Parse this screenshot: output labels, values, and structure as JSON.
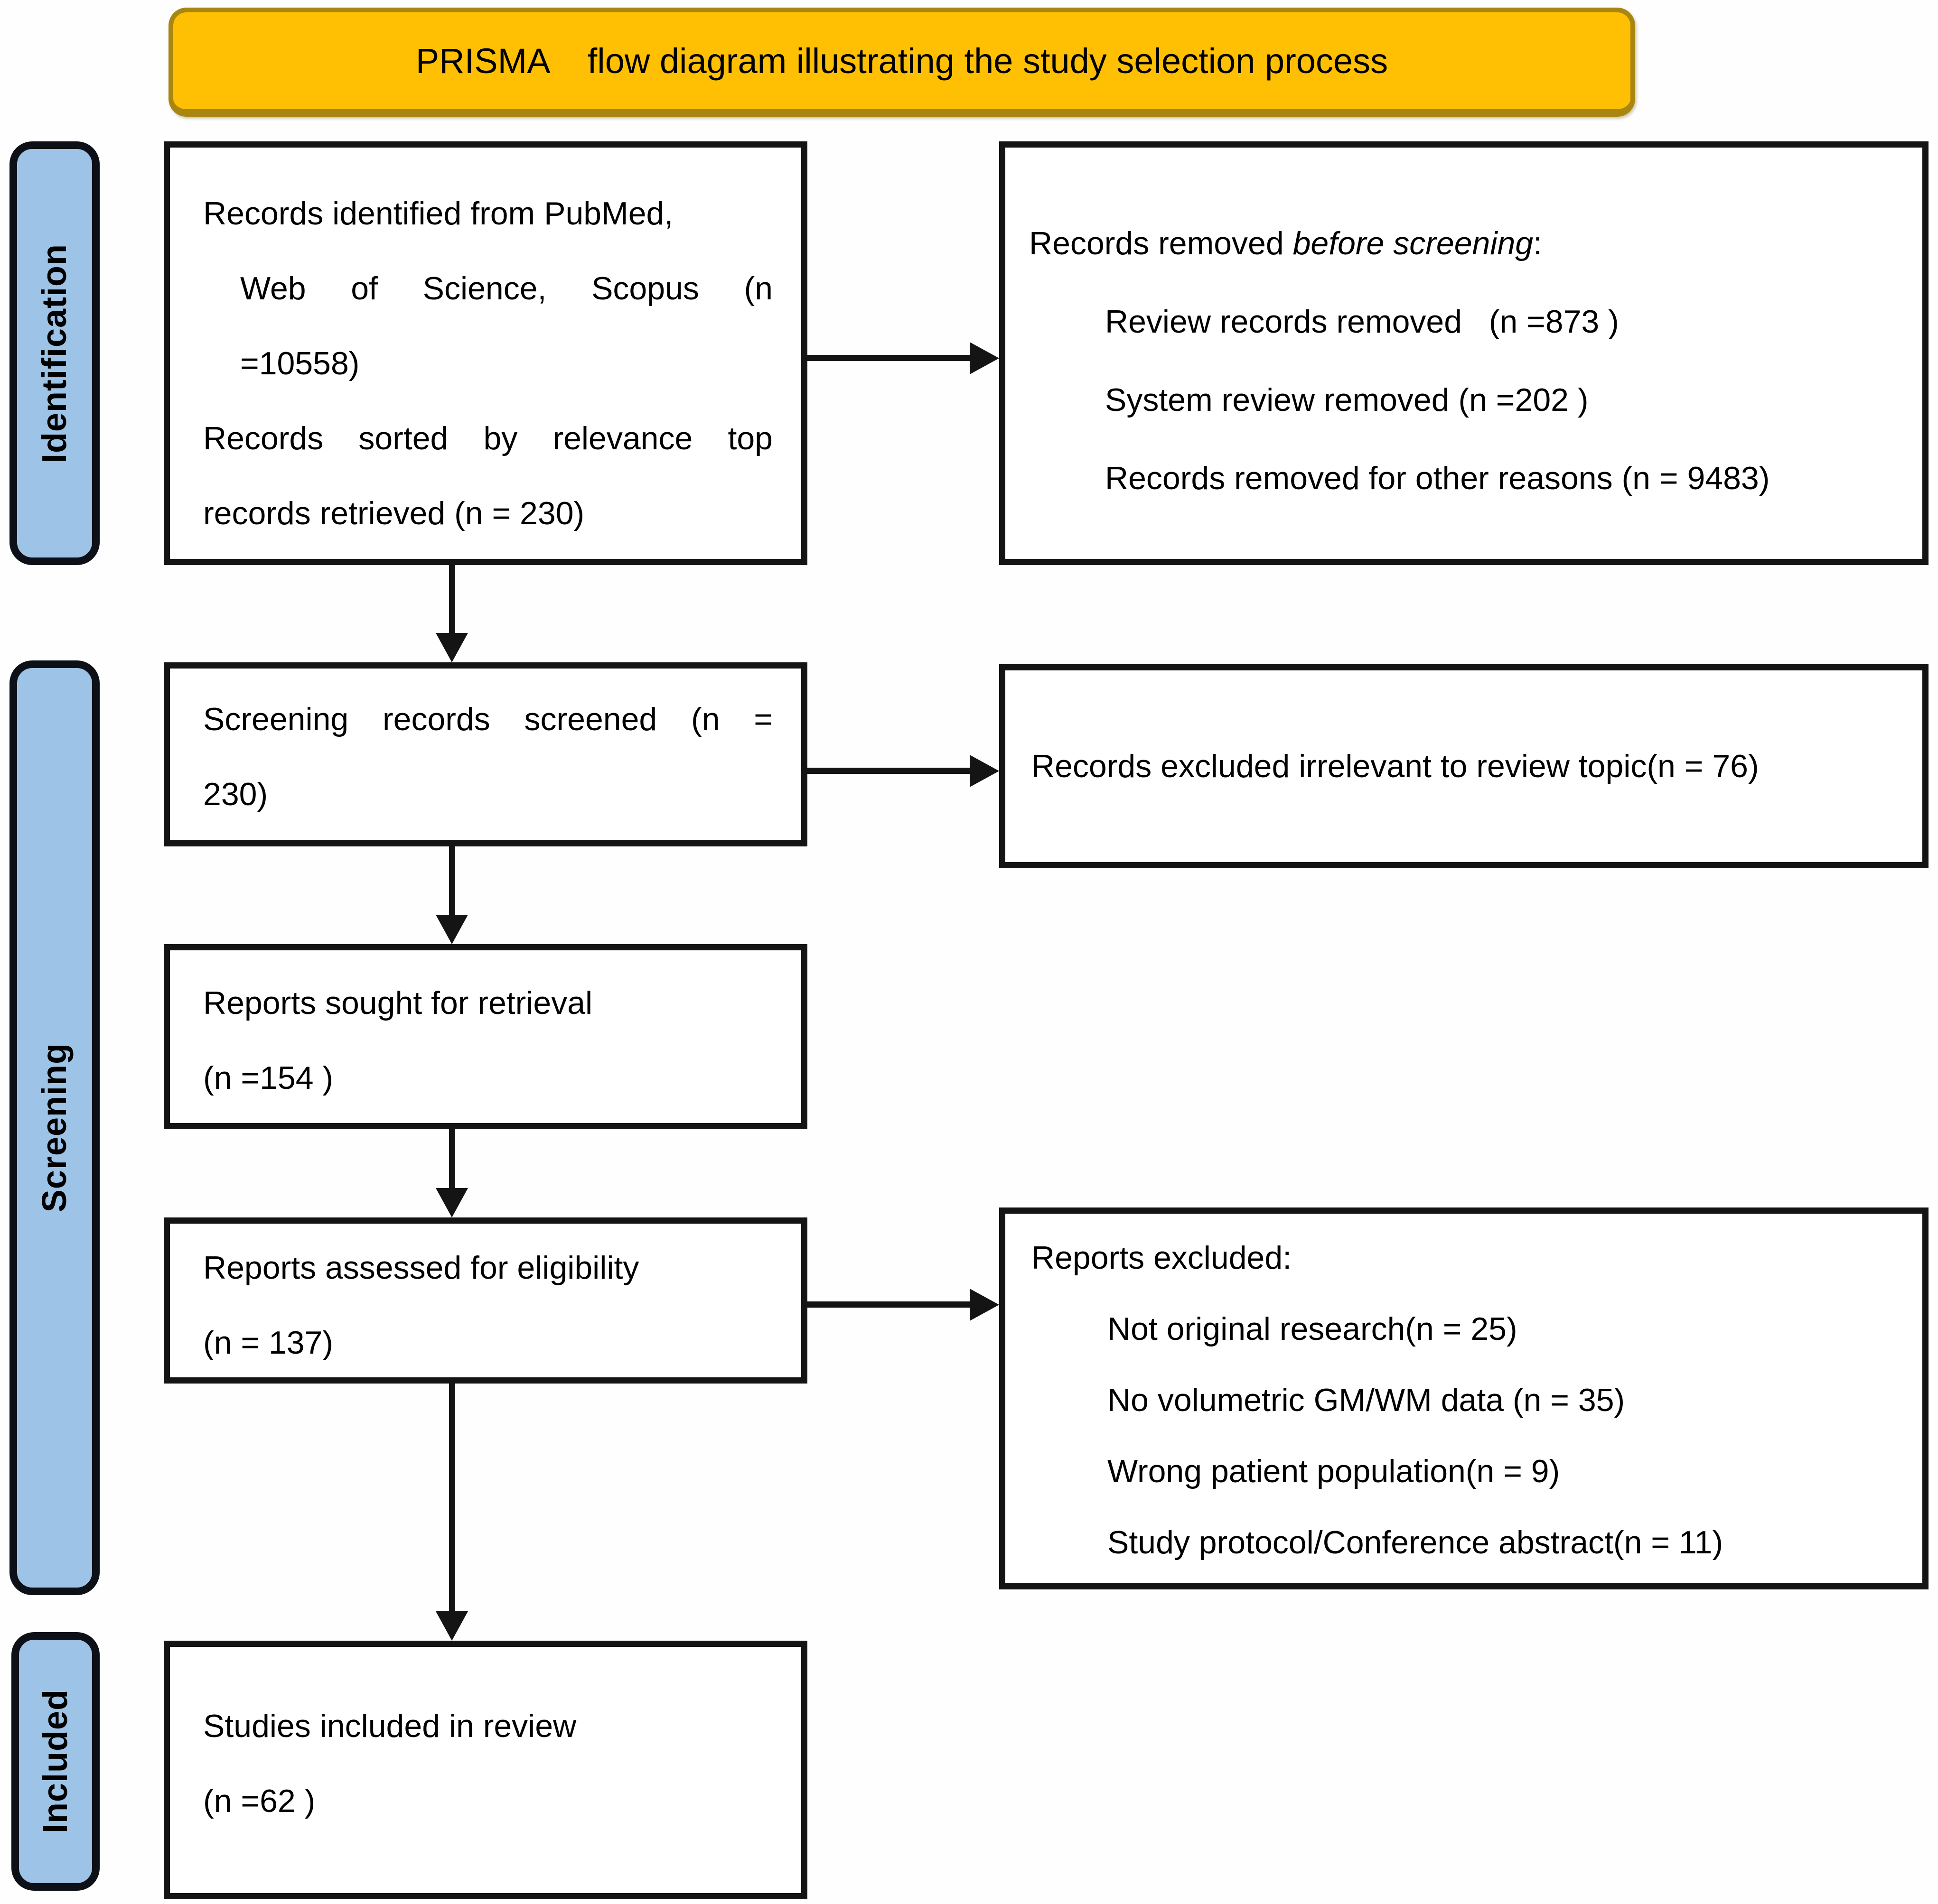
{
  "title": {
    "text": "PRISMA    flow diagram illustrating the study selection process"
  },
  "stages": [
    {
      "label": "Identification"
    },
    {
      "label": "Screening"
    },
    {
      "label": "Included"
    }
  ],
  "boxes": {
    "identified": {
      "lines": [
        "Records identified from PubMed,",
        "Web of Science, Scopus (n",
        "=10558)",
        "Records sorted by relevance top",
        "records retrieved (n = 230)"
      ]
    },
    "removed": {
      "heading_prefix": "Records removed ",
      "heading_italic": "before screening",
      "heading_suffix": ":",
      "items": [
        "Review records removed   (n =873 )",
        "System review removed (n =202 )",
        "Records removed for other reasons (n = 9483)"
      ]
    },
    "screened": {
      "lines": [
        "Screening records screened (n =",
        "230)"
      ]
    },
    "excluded_irrelevant": {
      "text": "Records excluded irrelevant to review topic(n = 76)"
    },
    "sought": {
      "lines": [
        "Reports sought for retrieval",
        "(n =154 )"
      ]
    },
    "assessed": {
      "lines": [
        "Reports assessed for eligibility",
        "(n = 137)"
      ]
    },
    "reports_excluded": {
      "heading": "Reports excluded:",
      "items": [
        "Not original research(n = 25)",
        "No volumetric GM/WM data (n = 35)",
        "Wrong patient population(n = 9)",
        "Study protocol/Conference abstract(n = 11)"
      ]
    },
    "included": {
      "lines": [
        "Studies included in review",
        "(n =62 )"
      ]
    }
  },
  "colors": {
    "banner_fill": "#FFC003",
    "banner_border": "#A8860F",
    "stage_fill": "#9DC3E6",
    "stage_border": "#0D1117",
    "box_border": "#141414",
    "arrow_color": "#141414",
    "text_color": "#000000"
  }
}
